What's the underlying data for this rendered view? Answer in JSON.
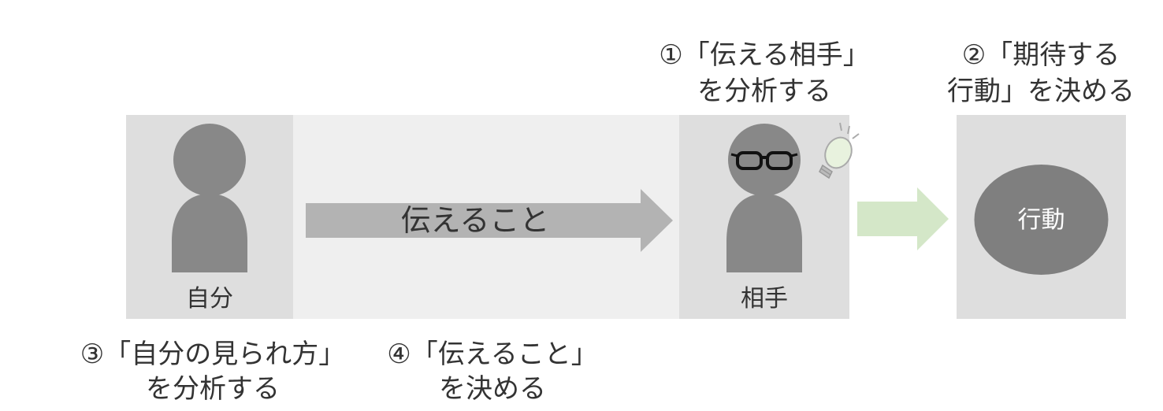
{
  "colors": {
    "background": "#ffffff",
    "light_band": "#efefef",
    "box_fill": "#dedede",
    "person_fill": "#888888",
    "arrow_gray": "#b3b3b3",
    "arrow_green": "#d4e7c8",
    "ellipse_fill": "#7f7f7f",
    "text": "#333333",
    "ellipse_text": "#ffffff",
    "bulb_glass": "#e8f2de",
    "bulb_outline": "#aaaaaa"
  },
  "icons": {
    "self_person": "person-icon",
    "partner_person": "person-with-glasses-icon",
    "glasses": "glasses-icon",
    "idea": "lightbulb-icon",
    "message_arrow": "right-arrow-icon",
    "action_arrow": "right-arrow-icon"
  },
  "captions": {
    "step1_line1": "①「伝える相手」",
    "step1_line2": "を分析する",
    "step2_line1": "②「期待する",
    "step2_line2": "行動」を決める",
    "step3_line1": "③「自分の見られ方」",
    "step3_line2": "を分析する",
    "step4_line1": "④「伝えること」",
    "step4_line2": "を決める"
  },
  "nodes": {
    "self_label": "自分",
    "partner_label": "相手",
    "message_label": "伝えること",
    "action_label": "行動"
  }
}
